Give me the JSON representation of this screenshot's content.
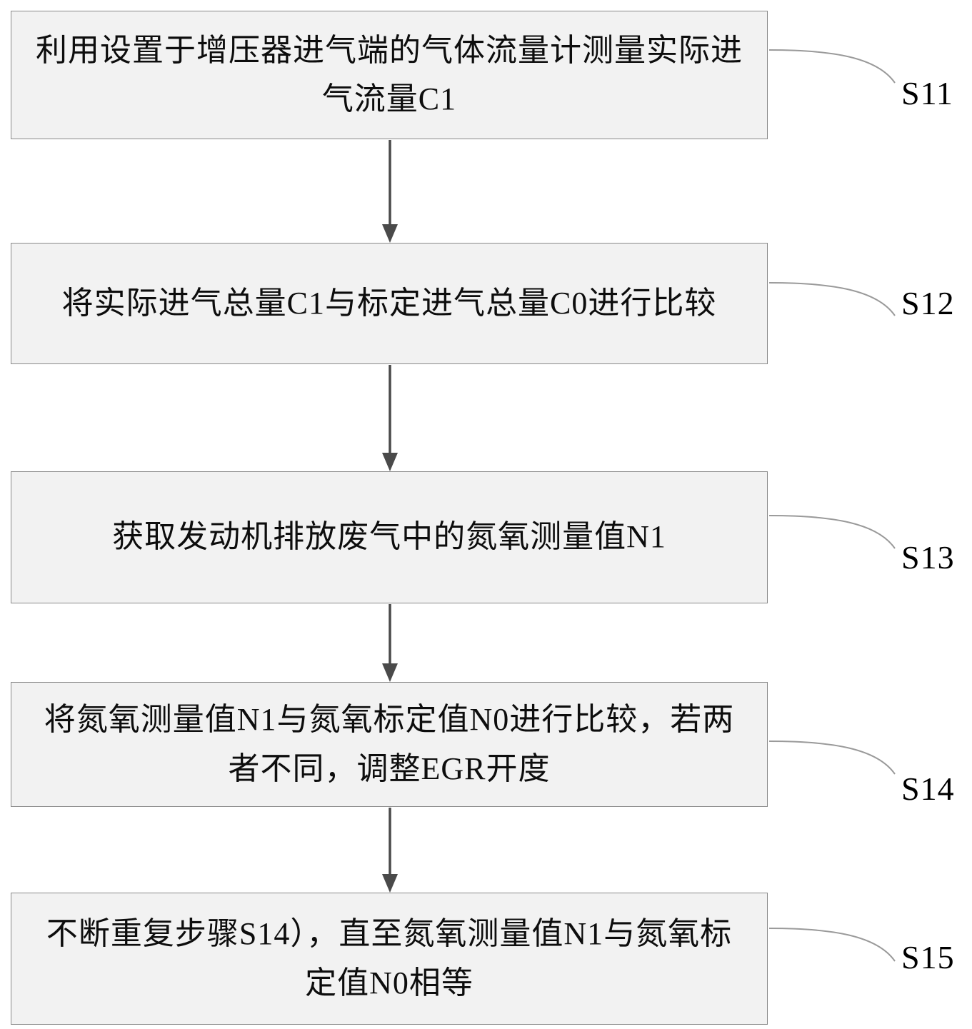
{
  "flowchart": {
    "title": "EGR control calibration flowchart",
    "colors": {
      "box_fill": "#f2f2f2",
      "box_border": "#8a8a8a",
      "arrow": "#4a4a4a",
      "connector": "#9a9a9a",
      "text": "#0d0d0d",
      "background": "#ffffff"
    },
    "steps": [
      {
        "label": "S11",
        "text": "利用设置于增压器进气端的气体流量计测量实际进气流量C1"
      },
      {
        "label": "S12",
        "text": "将实际进气总量C1与标定进气总量C0进行比较"
      },
      {
        "label": "S13",
        "text": "获取发动机排放废气中的氮氧测量值N1"
      },
      {
        "label": "S14",
        "text": "将氮氧测量值N1与氮氧标定值N0进行比较，若两者不同，调整EGR开度"
      },
      {
        "label": "S15",
        "text": "不断重复步骤S14），直至氮氧测量值N1与氮氧标定值N0相等"
      }
    ]
  }
}
